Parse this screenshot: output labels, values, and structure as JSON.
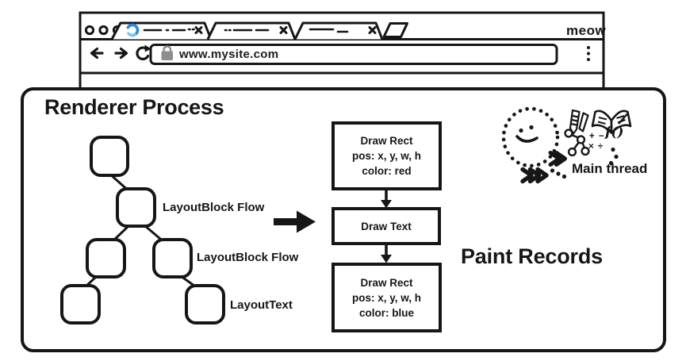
{
  "browser": {
    "brand": "meow",
    "address_bar": {
      "url": "www.mysite.com"
    },
    "tabs": [
      {
        "id": 1,
        "loading": true,
        "has_close_button": true
      },
      {
        "id": 2,
        "loading": false,
        "has_close_button": true
      },
      {
        "id": 3,
        "loading": false,
        "has_close_button": true
      }
    ],
    "icons": [
      "window-buttons",
      "tab-loading-spinner",
      "tab-close",
      "new-tab",
      "back-arrow",
      "forward-arrow",
      "reload",
      "lock",
      "menu-dots"
    ]
  },
  "renderer": {
    "title": "Renderer Process",
    "tree": {
      "labels": [
        "LayoutBlock Flow",
        "LayoutBlock Flow",
        "LayoutText"
      ],
      "node_count": 6
    },
    "paint": {
      "heading": "Paint Records",
      "boxes": [
        {
          "lines": [
            "Draw Rect",
            "pos: x, y, w, h",
            "color: red"
          ]
        },
        {
          "lines": [
            "Draw Text"
          ]
        },
        {
          "lines": [
            "Draw Rect",
            "pos: x, y, w, h",
            "color: blue"
          ]
        }
      ]
    },
    "main_thread": {
      "label": "Main thread",
      "doodle_math_top": "+ −",
      "doodle_math_bottom": "× ÷",
      "doodle_fn": "f()",
      "doodle_icons": [
        "smiley-face",
        "pencil",
        "book",
        "dom-tree",
        "math-symbols",
        "function",
        "chevron-arrows"
      ]
    }
  },
  "colors": {
    "ink": "#161616",
    "spinner_blue": "#2e86dd",
    "spinner_blue_light": "#85c1ee",
    "lock_gray": "#8d8d8d"
  }
}
